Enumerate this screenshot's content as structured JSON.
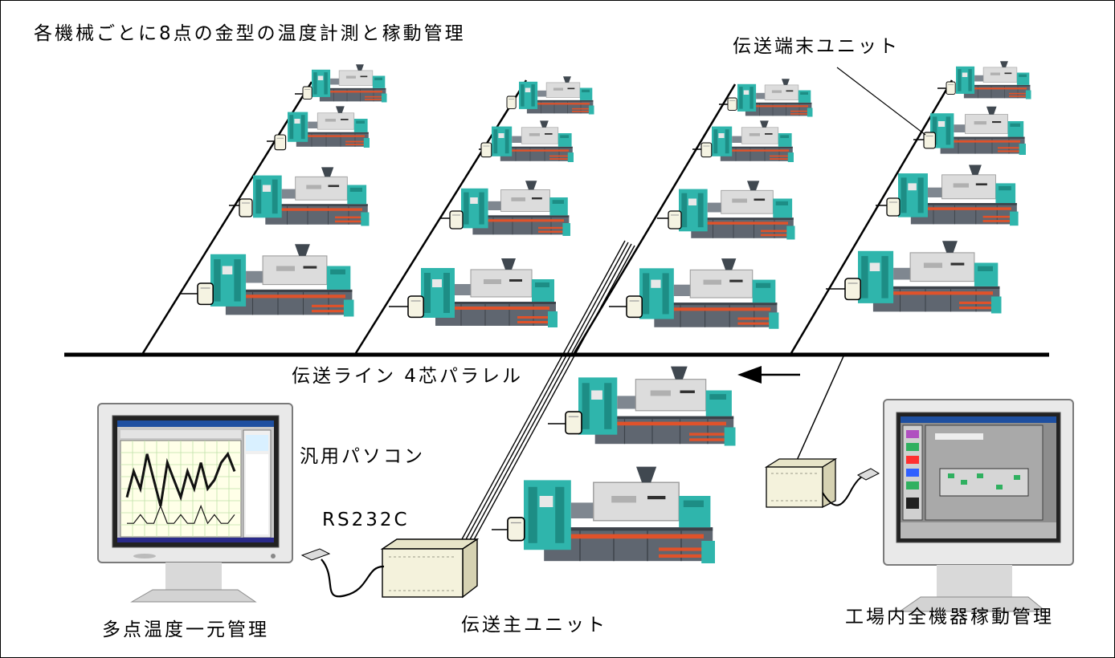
{
  "labels": {
    "title": "各機械ごとに8点の金型の温度計測と稼動管理",
    "terminal_unit": "伝送端末ユニット",
    "transmission_line": "伝送ライン 4芯パラレル",
    "pc": "汎用パソコン",
    "rs232c": "RS232C",
    "multi_point_temp": "多点温度一元管理",
    "main_unit": "伝送主ユニット",
    "factory_mgmt": "工場内全機器稼動管理"
  },
  "colors": {
    "machine_teal": "#2fb5ac",
    "machine_gray": "#5f6670",
    "machine_stripe": "#e0522a",
    "machine_barrel": "#dcdcdc",
    "unit_box": "#f4f2dc",
    "graph_line": "#111111",
    "graph_grid": "#bfe2a8",
    "screen_bg": "#8d8d8d"
  },
  "chart_data": {
    "type": "line",
    "series": [
      {
        "values": [
          4,
          7,
          5,
          9,
          6,
          3,
          8,
          6,
          4,
          7,
          5,
          8,
          5,
          6,
          8,
          9,
          7
        ]
      },
      {
        "values": [
          1,
          1,
          2,
          1,
          1,
          3,
          1,
          1,
          2,
          1,
          1,
          3,
          1,
          2,
          1,
          1,
          2
        ]
      }
    ]
  }
}
